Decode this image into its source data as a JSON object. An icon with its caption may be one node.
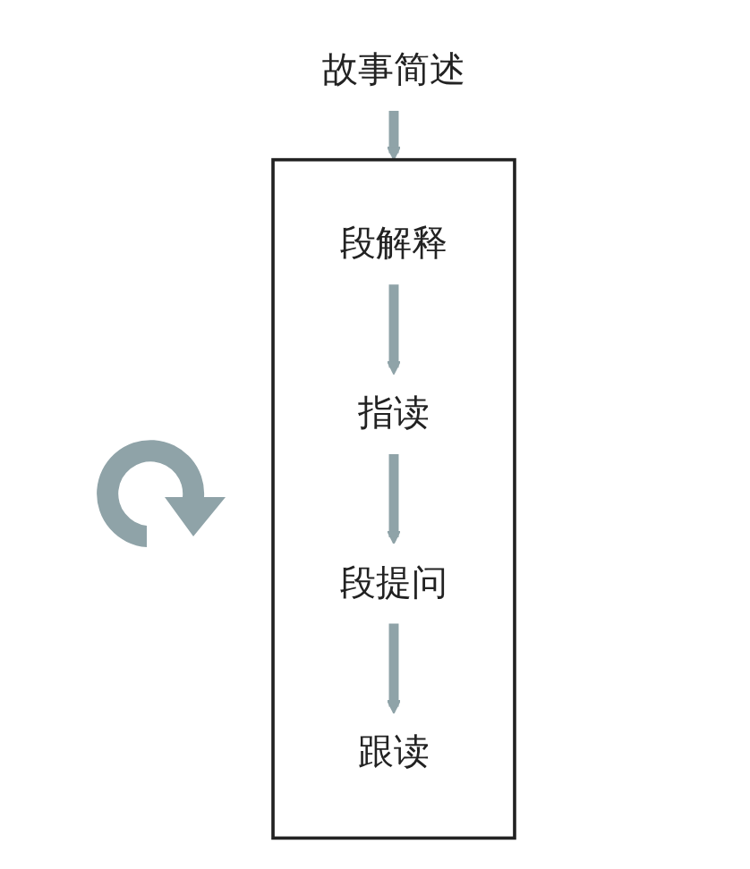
{
  "diagram": {
    "nodes": [
      {
        "text": [
          "故事简述"
        ]
      },
      {
        "text": [],
        "shape": "box"
      },
      {
        "text": [
          "段解释"
        ],
        "in": 1
      },
      {
        "text": [
          "指读"
        ],
        "in": 1
      },
      {
        "text": [
          "段提问"
        ],
        "in": 1
      },
      {
        "text": [
          "跟读"
        ],
        "in": 1
      }
    ],
    "edges": [
      {
        "from": 0,
        "to": 1,
        "arrow": "to"
      },
      {
        "from": 2,
        "to": 3,
        "arrow": "to"
      },
      {
        "from": 3,
        "to": 4,
        "arrow": "to"
      },
      {
        "from": 4,
        "to": 5,
        "arrow": "to"
      }
    ]
  }
}
